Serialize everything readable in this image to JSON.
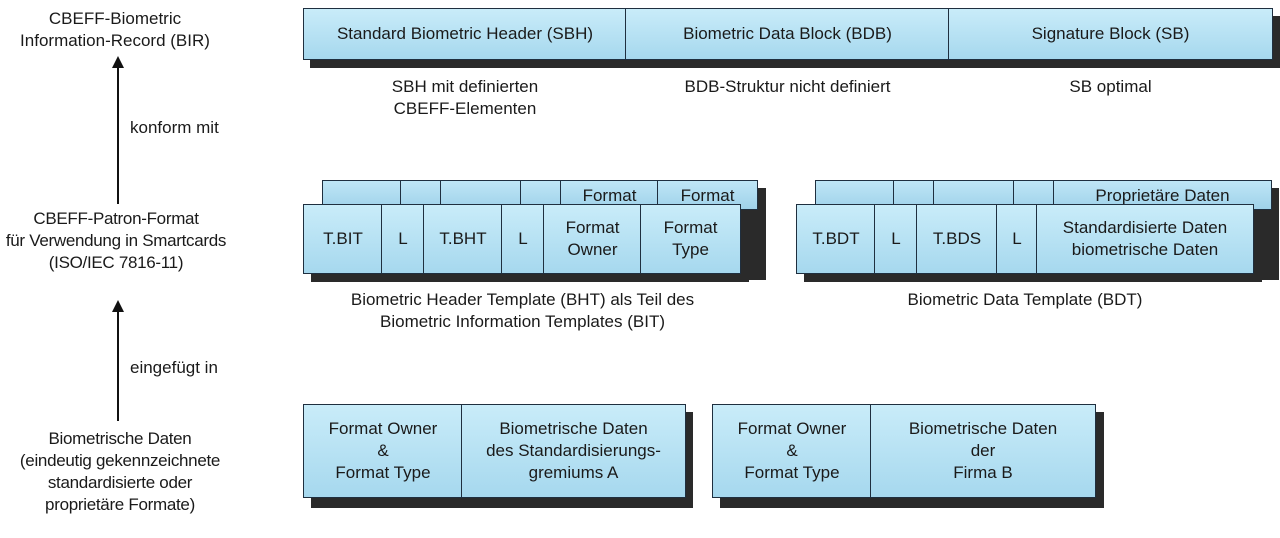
{
  "left": {
    "bir": "CBEFF-Biometric\nInformation-Record (BIR)",
    "konform": "konform mit",
    "patron": "CBEFF-Patron-Format\nfür Verwendung in Smartcards\n(ISO/IEC 7816-11)",
    "eingefuegt": "eingefügt in",
    "bio": "Biometrische Daten\n(eindeutig gekennzeichnete\nstandardisierte oder\nproprietäre Formate)"
  },
  "top_bar": {
    "sbh": "Standard Biometric Header (SBH)",
    "bdb": "Biometric Data Block (BDB)",
    "sb": "Signature Block (SB)",
    "sbh_caption": "SBH mit definierten\nCBEFF-Elementen",
    "bdb_caption": "BDB-Struktur nicht definiert",
    "sb_caption": "SB optimal"
  },
  "bht": {
    "back_format_1": "Format",
    "back_format_2": "Format",
    "tbit": "T.BIT",
    "l1": "L",
    "tbht": "T.BHT",
    "l2": "L",
    "format_owner": "Format\nOwner",
    "format_type": "Format\nType",
    "caption": "Biometric Header Template (BHT) als Teil des\nBiometric Information Templates (BIT)"
  },
  "bdt": {
    "back_prop": "Proprietäre Daten",
    "tbdt": "T.BDT",
    "l1": "L",
    "tbds": "T.BDS",
    "l2": "L",
    "std_data": "Standardisierte Daten\nbiometrische Daten",
    "caption": "Biometric Data Template (BDT)"
  },
  "bottom_a": {
    "owner_type": "Format Owner\n&\nFormat Type",
    "data": "Biometrische Daten\ndes Standardisierungs-\ngremiums A"
  },
  "bottom_b": {
    "owner_type": "Format Owner\n&\nFormat Type",
    "data": "Biometrische Daten\nder\nFirma B"
  }
}
